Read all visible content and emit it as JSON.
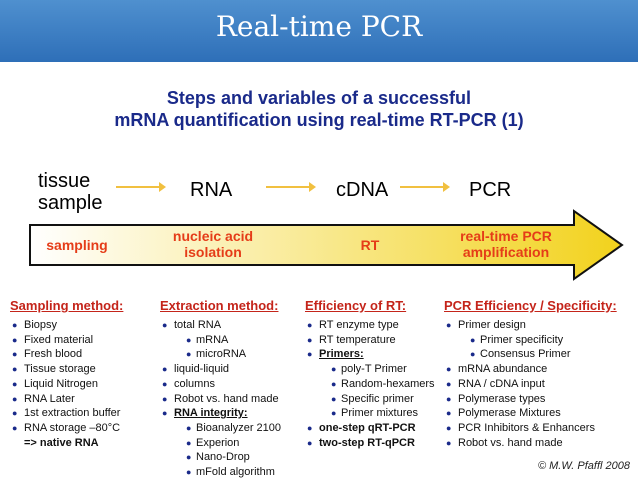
{
  "header": {
    "title": "Real-time PCR"
  },
  "subtitle": {
    "line1": "Steps and variables of a successful",
    "line2": "mRNA quantification using real-time RT-PCR  (1)"
  },
  "stages": [
    {
      "line1": "tissue",
      "line2": "sample"
    },
    {
      "line1": "RNA"
    },
    {
      "line1": "cDNA"
    },
    {
      "line1": "PCR"
    }
  ],
  "band": {
    "labels": [
      {
        "line1": "sampling",
        "line2": ""
      },
      {
        "line1": "nucleic acid",
        "line2": "isolation"
      },
      {
        "line1": "RT",
        "line2": ""
      },
      {
        "line1": "real-time PCR",
        "line2": "amplification"
      }
    ],
    "colors": {
      "start": "#ffffff",
      "end": "#f2d21c",
      "label": "#e53c18",
      "header": "#c4241a"
    }
  },
  "columns": [
    {
      "heading": "Sampling method:",
      "items": [
        {
          "text": "Biopsy",
          "level": 0
        },
        {
          "text": "Fixed material",
          "level": 0
        },
        {
          "text": "Fresh blood",
          "level": 0
        },
        {
          "text": "Tissue storage",
          "level": 0
        },
        {
          "text": "Liquid Nitrogen",
          "level": 0
        },
        {
          "text": "RNA Later",
          "level": 0
        },
        {
          "text": "1st extraction buffer",
          "level": 0
        },
        {
          "text": "RNA storage –80°C",
          "level": 0
        },
        {
          "text": "=> native RNA",
          "level": 0,
          "style": "plain-bold"
        }
      ]
    },
    {
      "heading": "Extraction method:",
      "items": [
        {
          "text": "total RNA",
          "level": 0
        },
        {
          "text": "mRNA",
          "level": 1
        },
        {
          "text": "microRNA",
          "level": 1
        },
        {
          "text": "liquid-liquid",
          "level": 0
        },
        {
          "text": "columns",
          "level": 0
        },
        {
          "text": "Robot  vs.  hand made",
          "level": 0
        },
        {
          "text": "RNA integrity:",
          "level": 0,
          "style": "underline"
        },
        {
          "text": "Bioanalyzer 2100",
          "level": 1
        },
        {
          "text": "Experion",
          "level": 1
        },
        {
          "text": "Nano-Drop",
          "level": 1
        },
        {
          "text": "mFold algorithm",
          "level": 1
        }
      ]
    },
    {
      "heading": "Efficiency of RT:",
      "items": [
        {
          "text": "RT enzyme type",
          "level": 0
        },
        {
          "text": "RT temperature",
          "level": 0
        },
        {
          "text": "Primers:",
          "level": 0,
          "style": "underline"
        },
        {
          "text": "poly-T Primer",
          "level": 1
        },
        {
          "text": "Random-hexamers",
          "level": 1
        },
        {
          "text": "Specific primer",
          "level": 1
        },
        {
          "text": "Primer mixtures",
          "level": 1
        },
        {
          "text": "one-step qRT-PCR",
          "level": 0,
          "style": "bold"
        },
        {
          "text": "two-step RT-qPCR",
          "level": 0,
          "style": "bold"
        }
      ]
    },
    {
      "heading": "PCR Efficiency  / Specificity:",
      "items": [
        {
          "text": "Primer design",
          "level": 0
        },
        {
          "text": "Primer specificity",
          "level": 1
        },
        {
          "text": "Consensus Primer",
          "level": 1
        },
        {
          "text": "mRNA abundance",
          "level": 0
        },
        {
          "text": "RNA / cDNA input",
          "level": 0
        },
        {
          "text": "Polymerase types",
          "level": 0
        },
        {
          "text": "Polymerase Mixtures",
          "level": 0
        },
        {
          "text": "PCR Inhibitors & Enhancers",
          "level": 0
        },
        {
          "text": "Robot  vs.  hand made",
          "level": 0
        }
      ]
    }
  ],
  "copyright": "© M.W. Pfaffl 2008"
}
